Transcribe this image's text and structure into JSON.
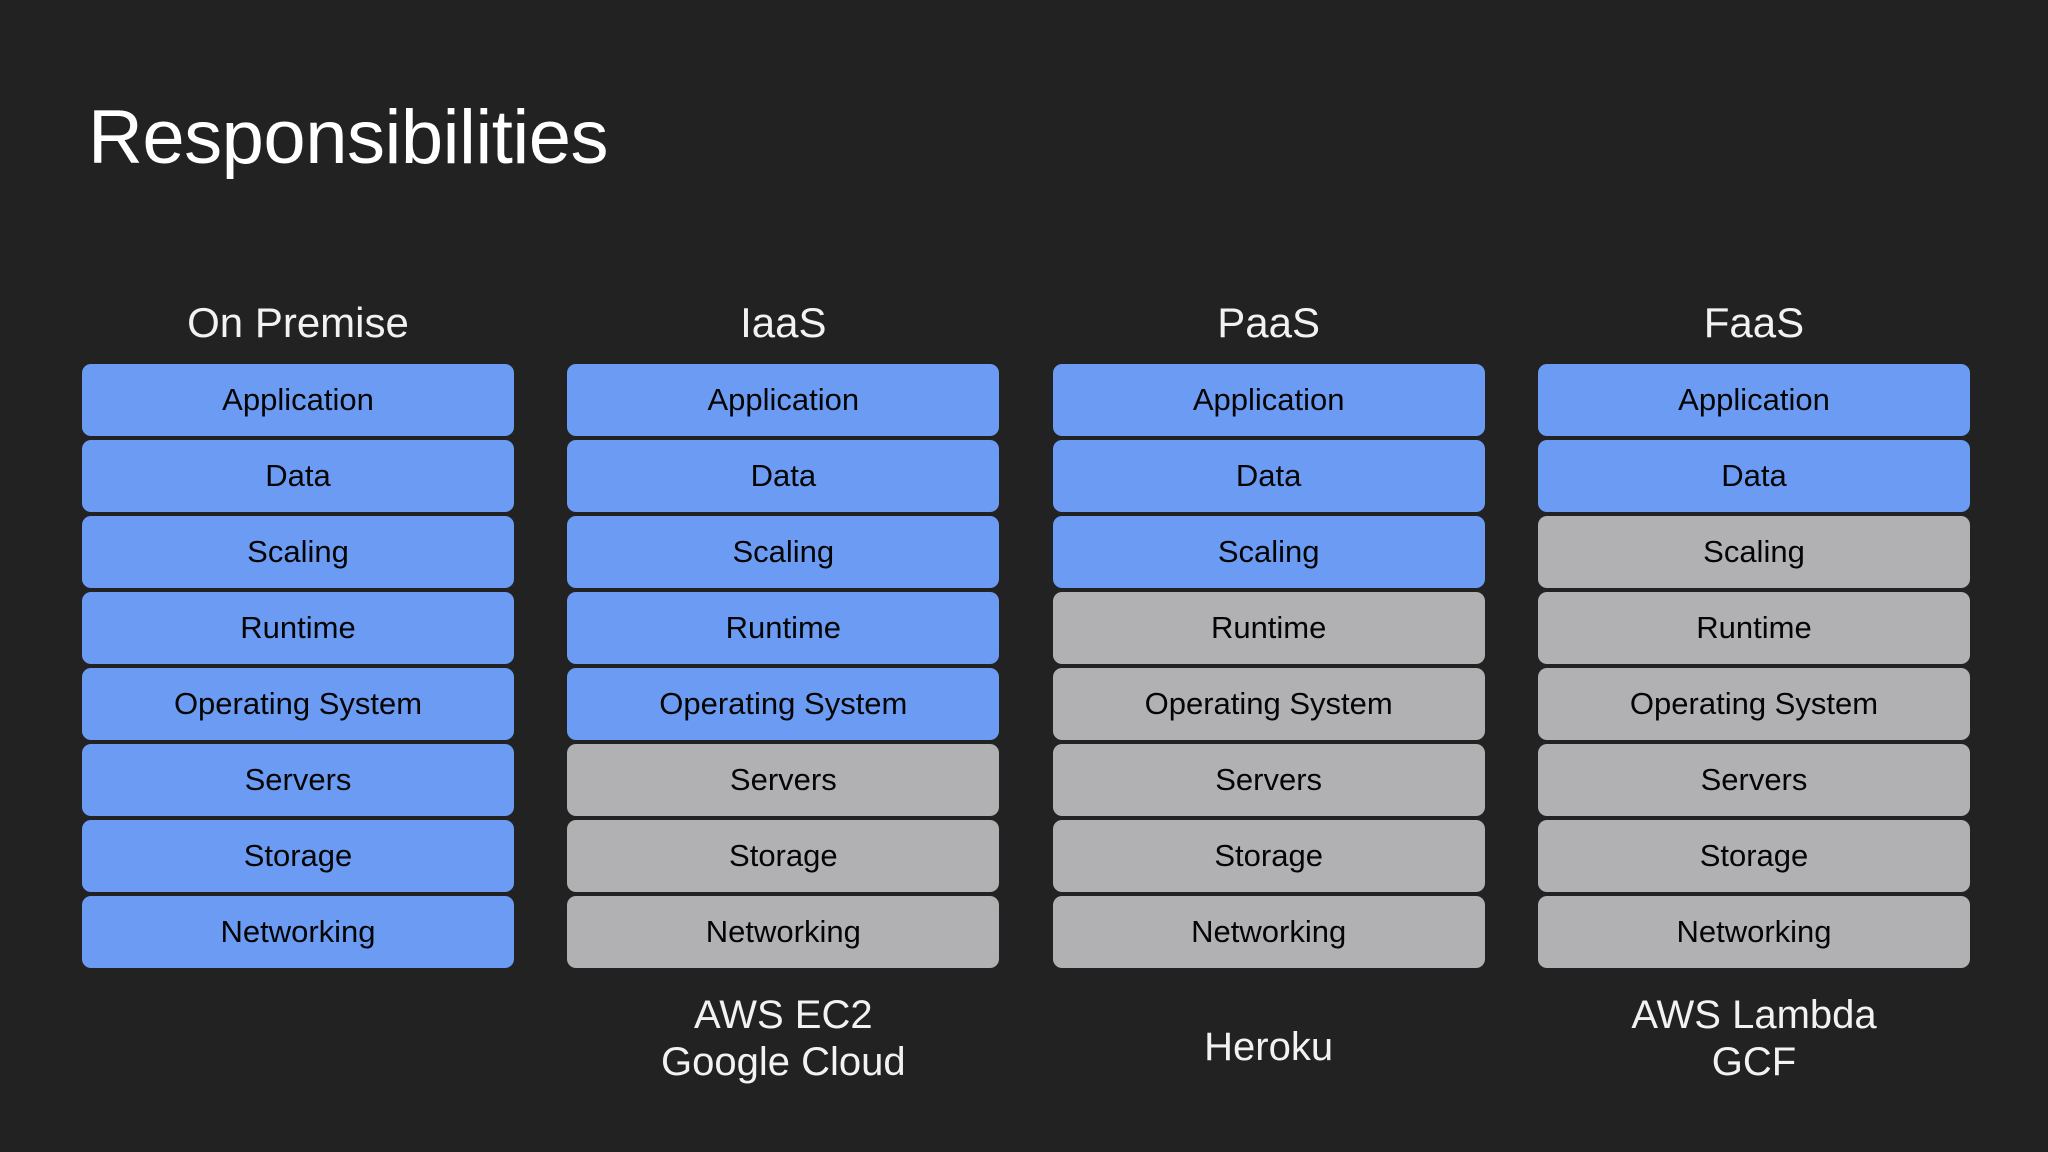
{
  "slide": {
    "title": "Responsibilities",
    "background_color": "#222222",
    "title_color": "#ffffff"
  },
  "legend": {
    "owned_color": "#6B9BF2",
    "managed_color": "#B1B1B3"
  },
  "layers": [
    "Application",
    "Data",
    "Scaling",
    "Runtime",
    "Operating System",
    "Servers",
    "Storage",
    "Networking"
  ],
  "columns": [
    {
      "header": "On Premise",
      "owned_count": 8,
      "rows": [
        {
          "label": "Application",
          "state": "owned"
        },
        {
          "label": "Data",
          "state": "owned"
        },
        {
          "label": "Scaling",
          "state": "owned"
        },
        {
          "label": "Runtime",
          "state": "owned"
        },
        {
          "label": "Operating System",
          "state": "owned"
        },
        {
          "label": "Servers",
          "state": "owned"
        },
        {
          "label": "Storage",
          "state": "owned"
        },
        {
          "label": "Networking",
          "state": "owned"
        }
      ],
      "footer_lines": []
    },
    {
      "header": "IaaS",
      "owned_count": 5,
      "rows": [
        {
          "label": "Application",
          "state": "owned"
        },
        {
          "label": "Data",
          "state": "owned"
        },
        {
          "label": "Scaling",
          "state": "owned"
        },
        {
          "label": "Runtime",
          "state": "owned"
        },
        {
          "label": "Operating System",
          "state": "owned"
        },
        {
          "label": "Servers",
          "state": "managed"
        },
        {
          "label": "Storage",
          "state": "managed"
        },
        {
          "label": "Networking",
          "state": "managed"
        }
      ],
      "footer_lines": [
        "AWS EC2",
        "Google Cloud"
      ]
    },
    {
      "header": "PaaS",
      "owned_count": 3,
      "rows": [
        {
          "label": "Application",
          "state": "owned"
        },
        {
          "label": "Data",
          "state": "owned"
        },
        {
          "label": "Scaling",
          "state": "owned"
        },
        {
          "label": "Runtime",
          "state": "managed"
        },
        {
          "label": "Operating System",
          "state": "managed"
        },
        {
          "label": "Servers",
          "state": "managed"
        },
        {
          "label": "Storage",
          "state": "managed"
        },
        {
          "label": "Networking",
          "state": "managed"
        }
      ],
      "footer_lines": [
        "Heroku"
      ]
    },
    {
      "header": "FaaS",
      "owned_count": 2,
      "rows": [
        {
          "label": "Application",
          "state": "owned"
        },
        {
          "label": "Data",
          "state": "owned"
        },
        {
          "label": "Scaling",
          "state": "managed"
        },
        {
          "label": "Runtime",
          "state": "managed"
        },
        {
          "label": "Operating System",
          "state": "managed"
        },
        {
          "label": "Servers",
          "state": "managed"
        },
        {
          "label": "Storage",
          "state": "managed"
        },
        {
          "label": "Networking",
          "state": "managed"
        }
      ],
      "footer_lines": [
        "AWS Lambda",
        "GCF"
      ]
    }
  ]
}
